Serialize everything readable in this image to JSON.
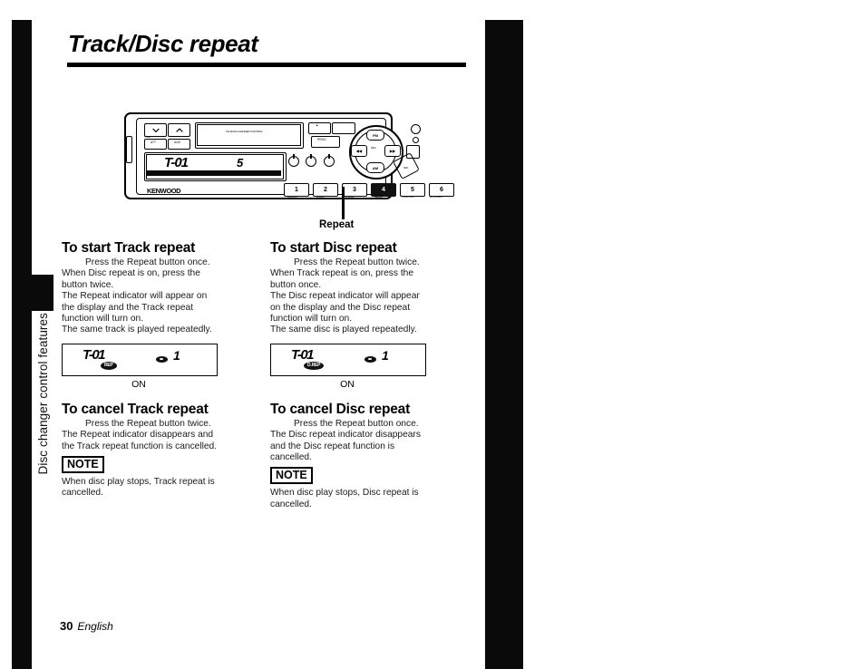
{
  "page": {
    "title": "Track/Disc repeat",
    "side_tab_label": "Disc changer control features",
    "footer_page_number": "30",
    "footer_language": "English"
  },
  "diagram": {
    "callout_label": "Repeat",
    "brand": "KENWOOD",
    "head_unit_title": "CD-M/CD-CHANGER CONTROL",
    "keys": {
      "down": "▼",
      "up": "▲",
      "tune_label": "TUNE",
      "att": "ATT",
      "aud": "AUD",
      "eject": "▲",
      "prog": "PROG",
      "fm": "FM",
      "am": "AM",
      "track_prev": "◀◀",
      "track_next": "▶▶",
      "disc": "DISC",
      "src": "SRC"
    },
    "presets": [
      {
        "number": "1",
        "sub": "B.BOOST",
        "selected": false
      },
      {
        "number": "2",
        "sub": "M.RDM",
        "selected": false
      },
      {
        "number": "3",
        "sub": "D.SCAN",
        "selected": false
      },
      {
        "number": "4",
        "sub": "REPEAT",
        "selected": true
      },
      {
        "number": "5",
        "sub": "T.DISC SCN",
        "selected": false
      },
      {
        "number": "6",
        "sub": "RPT/D.RDM",
        "selected": false
      }
    ],
    "lcd": {
      "track_text": "T-01",
      "disc_number": "5",
      "indicator_labels": "FM RDM P.CALL ALL B.BST T.DISC REP AUX DISC SCN LO.S REPEAT"
    }
  },
  "sections": [
    {
      "id": "start-track-repeat",
      "heading": "To start Track repeat",
      "lines": [
        "Press the Repeat button once.",
        "When Disc repeat is on, press the",
        "button twice.",
        "The Repeat indicator will appear on",
        "the display and the Track repeat",
        "function will turn on.",
        "The same track is played repeatedly."
      ],
      "display": {
        "track_text": "T-01",
        "disc_number": "1",
        "indicator": "REP",
        "caption": "ON"
      }
    },
    {
      "id": "start-disc-repeat",
      "heading": "To start Disc repeat",
      "lines": [
        "Press the Repeat button twice.",
        "When Track repeat is on, press the",
        "button once.",
        "The Disc repeat indicator will appear",
        "on the display and the Disc repeat",
        "function will turn on.",
        "The same disc is played repeatedly."
      ],
      "display": {
        "track_text": "T-01",
        "disc_number": "1",
        "indicator": "D.REP",
        "caption": "ON"
      }
    },
    {
      "id": "cancel-track-repeat",
      "heading": "To cancel Track repeat",
      "lines": [
        "Press the Repeat button twice.",
        "The Repeat indicator disappears and",
        "the Track repeat function is cancelled."
      ],
      "note_label": "NOTE",
      "note_lines": [
        "When disc play stops, Track repeat is",
        "cancelled."
      ]
    },
    {
      "id": "cancel-disc-repeat",
      "heading": "To cancel Disc repeat",
      "lines": [
        "Press the Repeat button once.",
        "The Disc repeat indicator disappears",
        "and the Disc repeat function is",
        "cancelled."
      ],
      "note_label": "NOTE",
      "note_lines": [
        "When disc play stops, Disc repeat is",
        "cancelled."
      ]
    }
  ]
}
